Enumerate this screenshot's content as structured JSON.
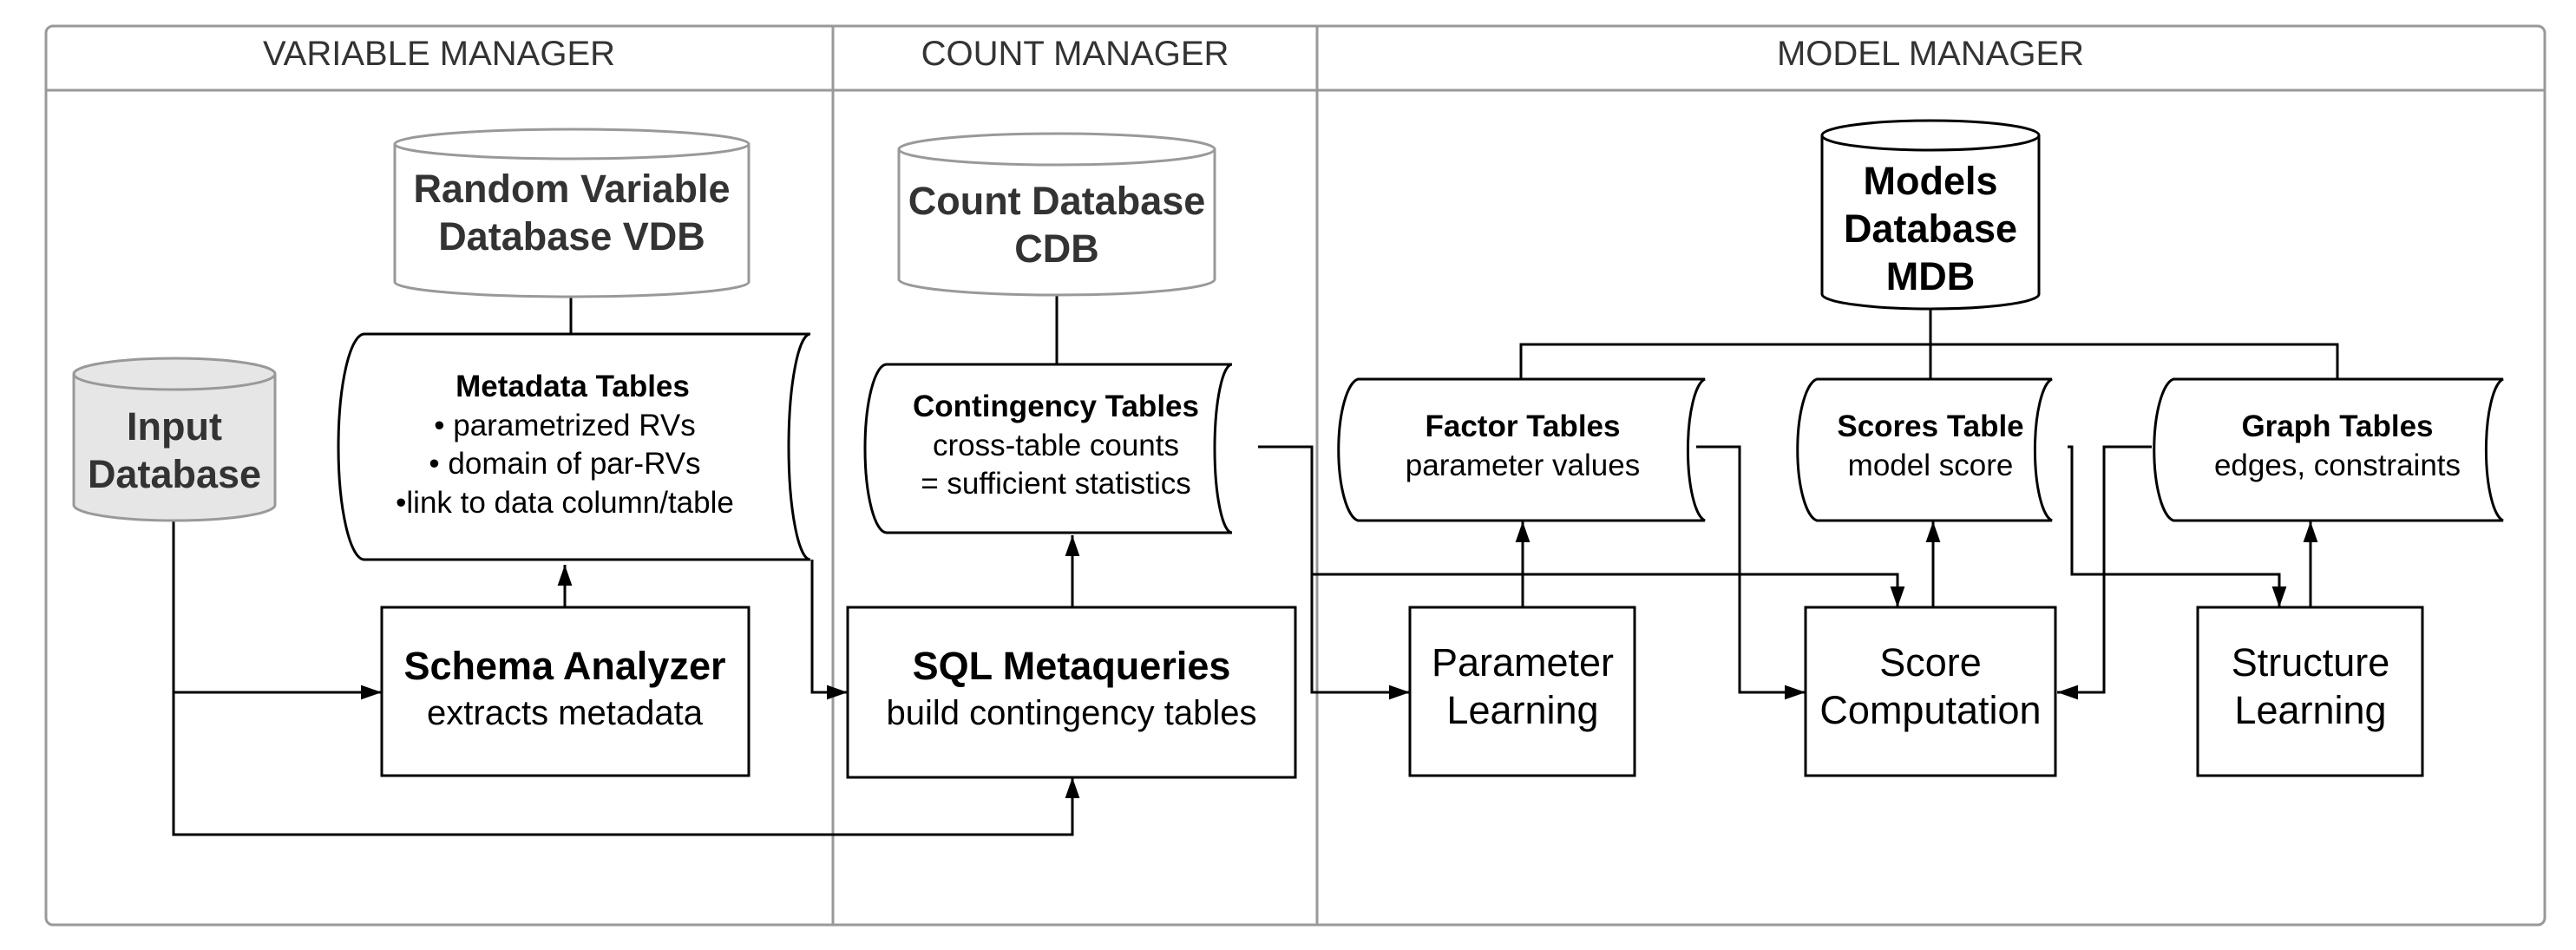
{
  "lanes": {
    "variable_manager": "VARIABLE MANAGER",
    "count_manager": "COUNT MANAGER",
    "model_manager": "MODEL MANAGER"
  },
  "databases": {
    "input": {
      "line1": "Input",
      "line2": "Database"
    },
    "vdb": {
      "line1": "Random Variable",
      "line2": "Database VDB"
    },
    "cdb": {
      "line1": "Count Database",
      "line2": "CDB"
    },
    "mdb": {
      "line1": "Models",
      "line2": "Database",
      "line3": "MDB"
    }
  },
  "tables": {
    "metadata": {
      "title": "Metadata Tables",
      "items": [
        "•  parametrized RVs",
        "•  domain of par-RVs",
        "•link to data column/table"
      ]
    },
    "contingency": {
      "title": "Contingency Tables",
      "line1": "cross-table counts",
      "line2": "= sufficient statistics"
    },
    "factor": {
      "title": "Factor Tables",
      "line1": "parameter values"
    },
    "scores": {
      "title": "Scores Table",
      "line1": "model score"
    },
    "graph": {
      "title": "Graph Tables",
      "line1": "edges, constraints"
    }
  },
  "processes": {
    "schema_analyzer": {
      "title": "Schema Analyzer",
      "subtitle": "extracts metadata"
    },
    "sql_metaqueries": {
      "title": "SQL Metaqueries",
      "subtitle": "build contingency tables"
    },
    "parameter_learning": {
      "line1": "Parameter",
      "line2": "Learning"
    },
    "score_computation": {
      "line1": "Score",
      "line2": "Computation"
    },
    "structure_learning": {
      "line1": "Structure",
      "line2": "Learning"
    }
  }
}
